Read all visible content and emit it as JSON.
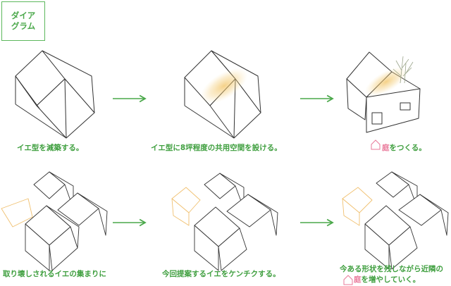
{
  "title_line1": "ダイア",
  "title_line2": "グラム",
  "colors": {
    "accent_green": "#4aa84a",
    "garden_pink": "#e9799a",
    "shared_space": "#f0c060",
    "line": "#333333",
    "old_house": "#f2c27c"
  },
  "captions": {
    "c1": "イエ型を減築する。",
    "c2": "イエ型に8坪程度の共用空間を設ける。",
    "c3_garden": "庭",
    "c3_rest": "をつくる。",
    "c4": "取り壊しされるイエの集まりに",
    "c5": "今回提案するイエをケンチクする。",
    "c6_line1": "今ある形状を残しながら近隣の",
    "c6_garden": "庭",
    "c6_rest": "を増やしていく。"
  },
  "icons": {
    "arrow": "right-arrow-icon",
    "garden": "house-outline-icon"
  }
}
